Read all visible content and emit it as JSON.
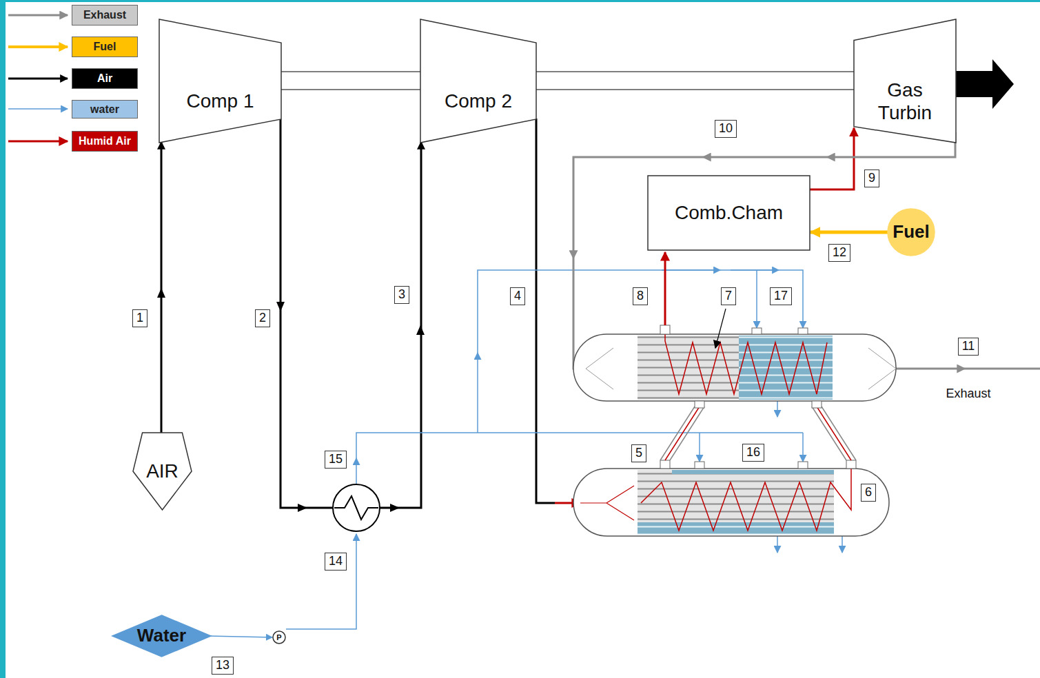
{
  "diagram": {
    "nodes": [
      {
        "text": [
          "Comp 1"
        ]
      },
      {
        "text": [
          "Comp 2"
        ]
      },
      {
        "text": [
          "Gas Turbin"
        ]
      },
      {
        "text": [
          "Comb.Cham"
        ]
      },
      {
        "text": [
          "Fuel"
        ]
      },
      {
        "text": [
          "AIR"
        ]
      },
      {
        "text": [
          "Water"
        ]
      },
      {
        "text": [
          "P"
        ]
      }
    ],
    "edges": [
      {
        "from": 5,
        "to": 0,
        "arrow": "to"
      },
      {
        "from": 0,
        "to": 1,
        "arrow": "to"
      },
      {
        "from": 3,
        "to": 2,
        "arrow": "to"
      },
      {
        "from": 4,
        "to": 3,
        "arrow": "to"
      },
      {
        "from": 6,
        "to": 7,
        "arrow": "to"
      }
    ],
    "labels": [
      "1",
      "2",
      "3",
      "4",
      "10",
      "9",
      "8",
      "7",
      "17",
      "12",
      "11",
      "Exhaust",
      "15",
      "5",
      "16",
      "6",
      "14",
      "13"
    ],
    "legend": [
      {
        "text": "Exhaust",
        "color": "#c9c9c9"
      },
      {
        "text": "Fuel",
        "color": "#ffc000"
      },
      {
        "text": "Air",
        "color": "#000000"
      },
      {
        "text": "water",
        "color": "#9dc3e6"
      },
      {
        "text": "Humid Air",
        "color": "#c00000"
      }
    ]
  }
}
